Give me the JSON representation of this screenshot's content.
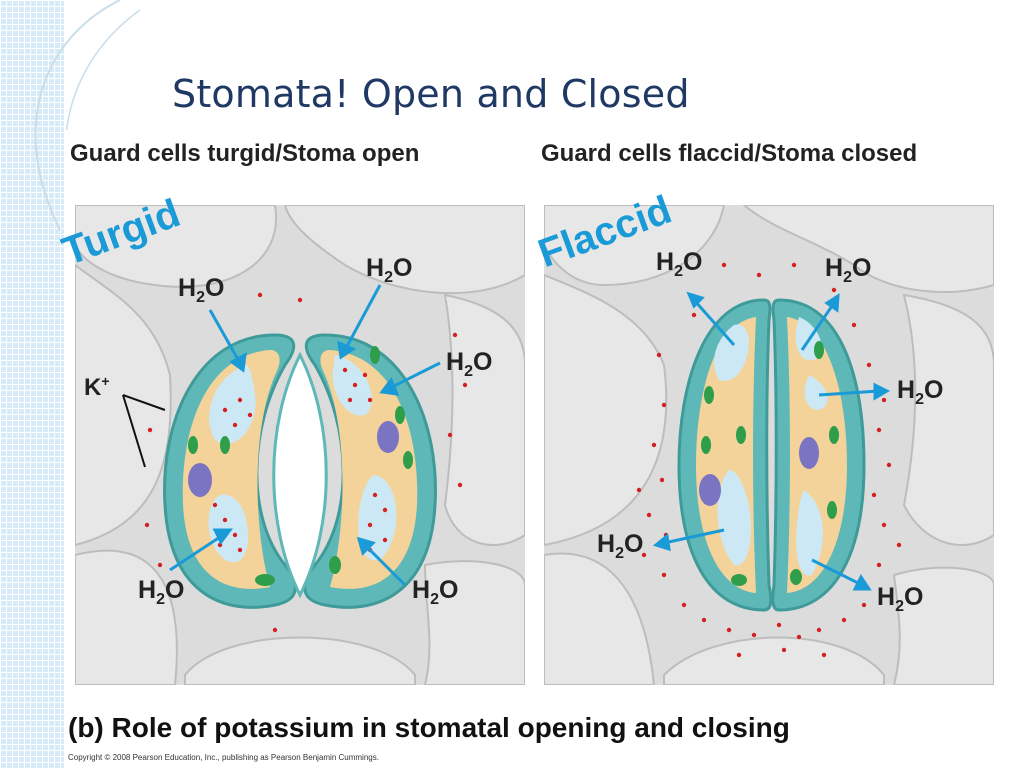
{
  "slide": {
    "title": "Stomata!  Open and Closed"
  },
  "figure": {
    "left_heading": "Guard cells turgid/Stoma open",
    "right_heading": "Guard cells flaccid/Stoma closed",
    "left_state": "Turgid",
    "right_state": "Flaccid",
    "ion_label": "K",
    "ion_charge": "+",
    "water_label": "H",
    "water_sub": "2",
    "water_end": "O",
    "caption_letter": "(b)",
    "caption_text": "Role of potassium in stomatal opening and closing",
    "copyright": "Copyright © 2008 Pearson Education, Inc., publishing as Pearson Benjamin Cummings."
  },
  "colors": {
    "title": "#1f3864",
    "state_label": "#1a9ad6",
    "cell_wall": "#5fb8b8",
    "cytoplasm": "#f3d39a",
    "vacuole": "#cde8f5",
    "nucleus": "#7b74c2",
    "chloroplast": "#2e9e4a",
    "potassium": "#d42020",
    "arrow": "#1a9ad6"
  }
}
